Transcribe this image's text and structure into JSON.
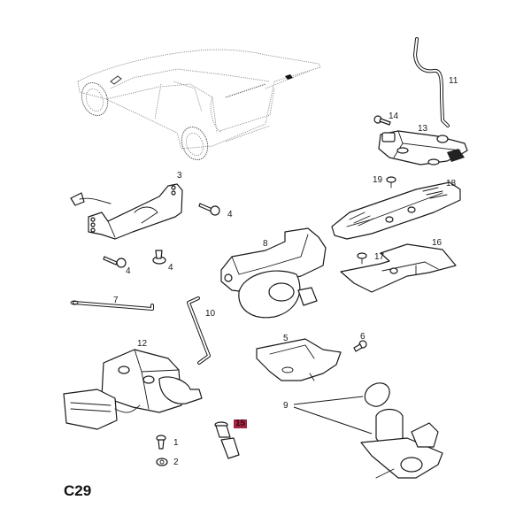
{
  "diagram": {
    "page_code": "C29",
    "highlight_color": "#a3253f",
    "callouts": [
      {
        "id": "1",
        "label": "1",
        "part": "screw"
      },
      {
        "id": "2",
        "label": "2",
        "part": "clip-nut"
      },
      {
        "id": "3",
        "label": "3",
        "part": "mounting-bracket"
      },
      {
        "id": "4a",
        "label": "4",
        "part": "bolt"
      },
      {
        "id": "4b",
        "label": "4",
        "part": "bolt"
      },
      {
        "id": "4c",
        "label": "4",
        "part": "bolt"
      },
      {
        "id": "5",
        "label": "5",
        "part": "lock-bracket"
      },
      {
        "id": "6",
        "label": "6",
        "part": "bolt"
      },
      {
        "id": "7",
        "label": "7",
        "part": "rod"
      },
      {
        "id": "8",
        "label": "8",
        "part": "lock-cylinder-housing"
      },
      {
        "id": "9",
        "label": "9",
        "part": "lock-cylinder-assembly"
      },
      {
        "id": "10",
        "label": "10",
        "part": "rod"
      },
      {
        "id": "11",
        "label": "11",
        "part": "rod"
      },
      {
        "id": "12",
        "label": "12",
        "part": "actuator-motor"
      },
      {
        "id": "13",
        "label": "13",
        "part": "latch-actuator"
      },
      {
        "id": "14",
        "label": "14",
        "part": "bolt"
      },
      {
        "id": "15",
        "label": "15",
        "part": "striker-pin",
        "highlighted": true
      },
      {
        "id": "16",
        "label": "16",
        "part": "cover-plate"
      },
      {
        "id": "17",
        "label": "17",
        "part": "clip"
      },
      {
        "id": "18",
        "label": "18",
        "part": "trim-cover"
      },
      {
        "id": "19",
        "label": "19",
        "part": "clip"
      }
    ]
  }
}
